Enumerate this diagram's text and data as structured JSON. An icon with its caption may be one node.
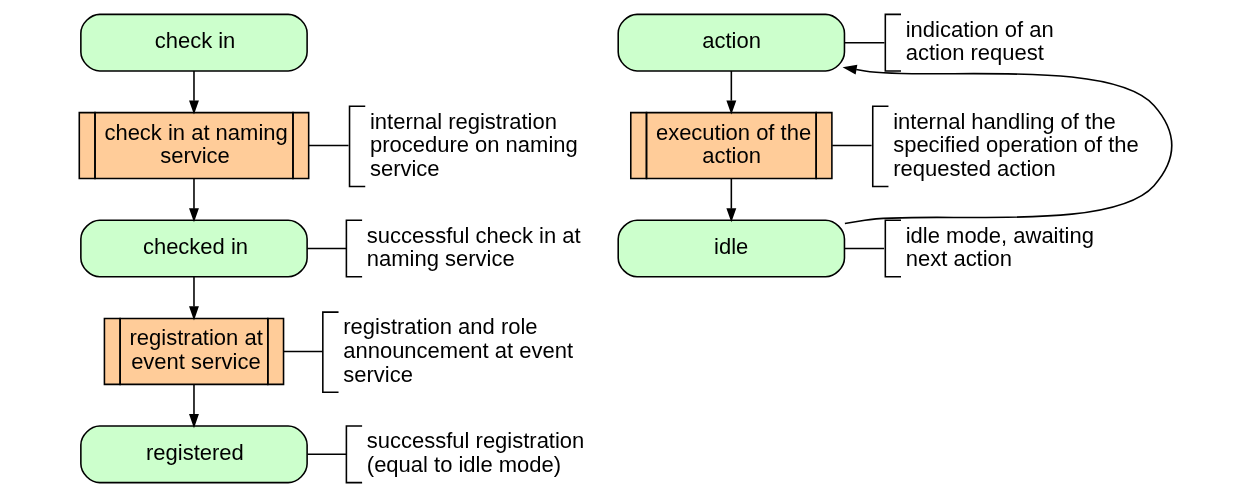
{
  "diagram": {
    "nodes": [
      {
        "text": [
          "check in"
        ]
      },
      {
        "text": [
          "check in at naming service"
        ]
      },
      {
        "text": [
          "internal registration procedure on naming service"
        ]
      },
      {
        "text": [
          "checked in"
        ]
      },
      {
        "text": [
          "successful check in at naming service"
        ]
      },
      {
        "text": [
          "registration at event service"
        ]
      },
      {
        "text": [
          "registration and role announcement at event service"
        ]
      },
      {
        "text": [
          "registered"
        ]
      },
      {
        "text": [
          "successful registration (equal to idle mode)"
        ]
      },
      {
        "text": [
          "action"
        ]
      },
      {
        "text": [
          "indication of an action request"
        ]
      },
      {
        "text": [
          "execution of the action"
        ]
      },
      {
        "text": [
          "internal handling of the specified operation of the requested action"
        ]
      },
      {
        "text": [
          "idle"
        ]
      },
      {
        "text": [
          "idle mode, awaiting next action"
        ]
      }
    ],
    "edges": [
      {
        "from": 0,
        "to": 1,
        "arrow": "to"
      },
      {
        "from": 1,
        "to": 3,
        "arrow": "to"
      },
      {
        "from": 3,
        "to": 5,
        "arrow": "to"
      },
      {
        "from": 5,
        "to": 7,
        "arrow": "to"
      },
      {
        "from": 1,
        "to": 2,
        "arrow": "none"
      },
      {
        "from": 3,
        "to": 4,
        "arrow": "none"
      },
      {
        "from": 5,
        "to": 6,
        "arrow": "none"
      },
      {
        "from": 7,
        "to": 8,
        "arrow": "none"
      },
      {
        "from": 9,
        "to": 11,
        "arrow": "to"
      },
      {
        "from": 11,
        "to": 13,
        "arrow": "to"
      },
      {
        "from": 13,
        "to": 9,
        "arrow": "to"
      },
      {
        "from": 9,
        "to": 10,
        "arrow": "none"
      },
      {
        "from": 11,
        "to": 12,
        "arrow": "none"
      },
      {
        "from": 13,
        "to": 14,
        "arrow": "none"
      }
    ]
  }
}
